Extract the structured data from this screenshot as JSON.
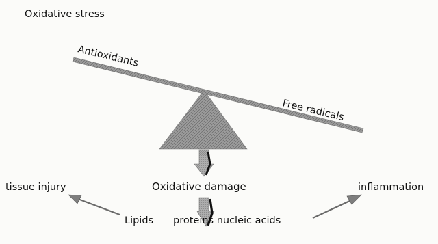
{
  "title": "Oxidative stress",
  "beam": {
    "left_label": "Antioxidants",
    "right_label": "Free radicals"
  },
  "center_label": "Oxidative damage",
  "outcomes": {
    "left": "tissue injury",
    "right": "inflammation"
  },
  "targets": {
    "lipids": "Lipids",
    "proteins_nucleic": "proteins nucleic acids"
  },
  "colors": {
    "triangle": "#8e8e8e",
    "beam": "#9a9a9a",
    "arrow_fill": "#a6a6a6",
    "arrow_dark": "#111111",
    "text": "#111111"
  }
}
